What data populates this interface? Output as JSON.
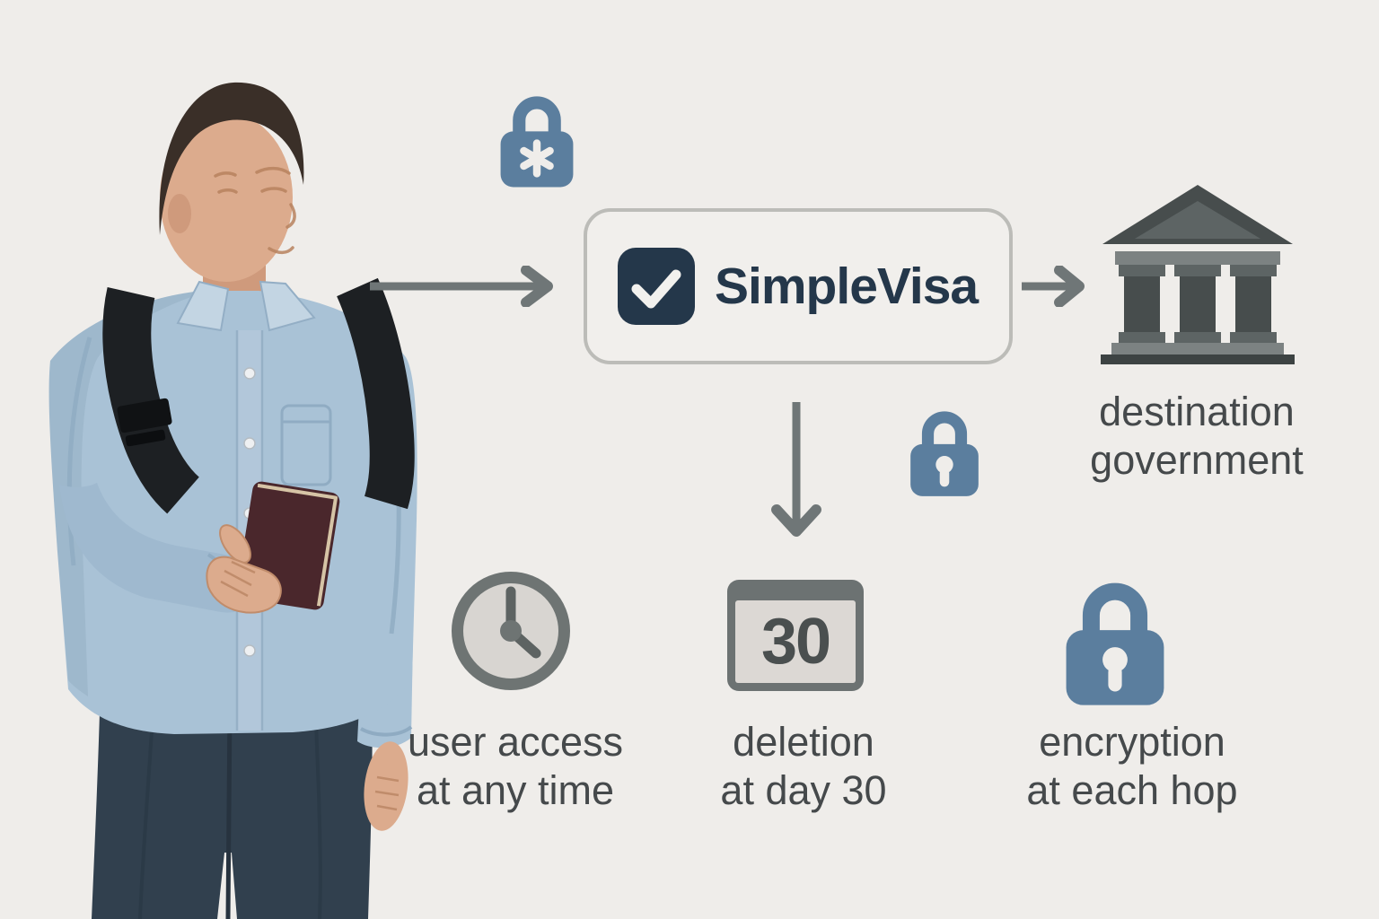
{
  "title": "SimpleVisa privacy flow infographic",
  "colors": {
    "bg": "#efedea",
    "accent": "#5b7e9e",
    "navy": "#24374a",
    "arrow": "#6f7677",
    "icon-gray": "#6e7473",
    "icon-dark": "#5d6362",
    "icon-face": "#d8d5d1",
    "label": "#45494b",
    "box-border": "#bcbcb8",
    "box-bg": "#f1efec",
    "building-dark": "#474d4d",
    "building-mid": "#5d6464",
    "building-light": "#7c8282",
    "building-base": "#3d4343",
    "calendar-frame": "#6c7272",
    "calendar-face": "#dcd8d4",
    "calendar-digit": "#4a4f4f"
  },
  "brand": {
    "name": "SimpleVisa"
  },
  "icons": {
    "traveler": "traveler-with-passport-photo",
    "password_lock": "lock-with-asterisk-icon",
    "brand_chip": "checkmark-square-icon",
    "flow_arrows": "gray-arrow-icons",
    "destination": "government-building-icon",
    "transfer_lock": "lock-with-keyhole-icon",
    "access": "clock-icon",
    "deletion": "calendar-icon",
    "encryption": "lock-with-keyhole-icon"
  },
  "flow": {
    "destination": {
      "line1": "destination",
      "line2": "government"
    }
  },
  "features": {
    "user_access": {
      "line1": "user access",
      "line2": "at any time"
    },
    "deletion": {
      "line1": "deletion",
      "line2": "at day 30",
      "calendar_day": "30"
    },
    "encryption": {
      "line1": "encryption",
      "line2": "at each hop"
    }
  }
}
